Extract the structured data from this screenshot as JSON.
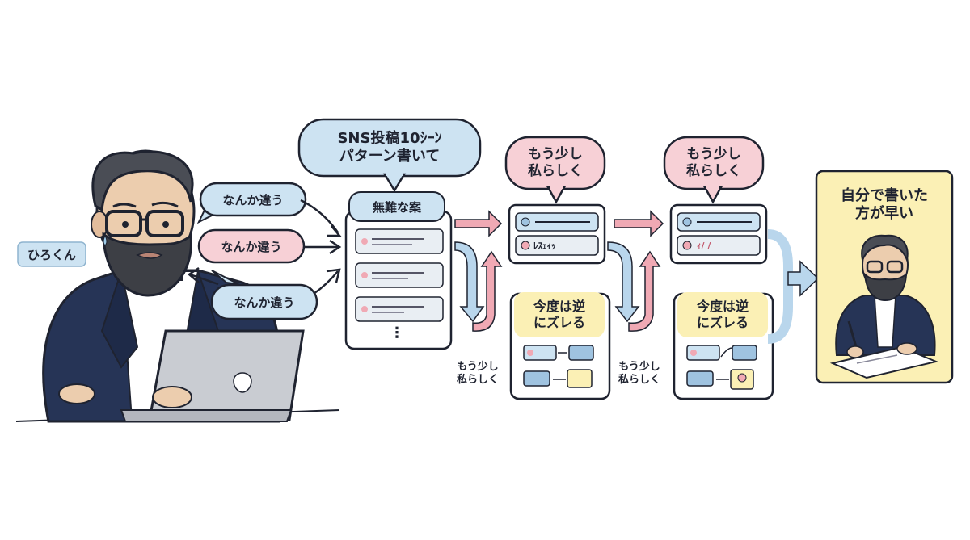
{
  "person_name": "ひろくん",
  "complaint_bubbles": [
    "なんか違う",
    "なんか違う",
    "なんか違う"
  ],
  "request_bubble": {
    "line1": "SNS投稿10ｼｰﾝ",
    "line2": "パターン書いて"
  },
  "draft_card_title": "無難な案",
  "draft_card_more": "⋮",
  "adjust_bubbles": [
    {
      "line1": "もう少し",
      "line2": "私らしく"
    },
    {
      "line1": "もう少し",
      "line2": "私らしく"
    }
  ],
  "loop_labels": [
    {
      "line1": "もう少し",
      "line2": "私らしく"
    },
    {
      "line1": "もう少し",
      "line2": "私らしく"
    }
  ],
  "drift_titles": [
    {
      "line1": "今度は逆",
      "line2": "にズレる"
    },
    {
      "line1": "今度は逆",
      "line2": "にズレる"
    }
  ],
  "card_scribbles": [
    "ﾚｽｪｨｯ",
    "ｨ/ /"
  ],
  "conclusion": {
    "line1": "自分で書いた",
    "line2": "方が早い"
  },
  "colors": {
    "ink": "#1f2330",
    "blue_bubble": "#cde3f2",
    "pink_bubble": "#f7d0d6",
    "yellow_panel": "#fbf0b5",
    "blue_arrow": "#b9d6ec",
    "pink_arrow": "#f0a9b4",
    "navy_jacket": "#263456"
  }
}
